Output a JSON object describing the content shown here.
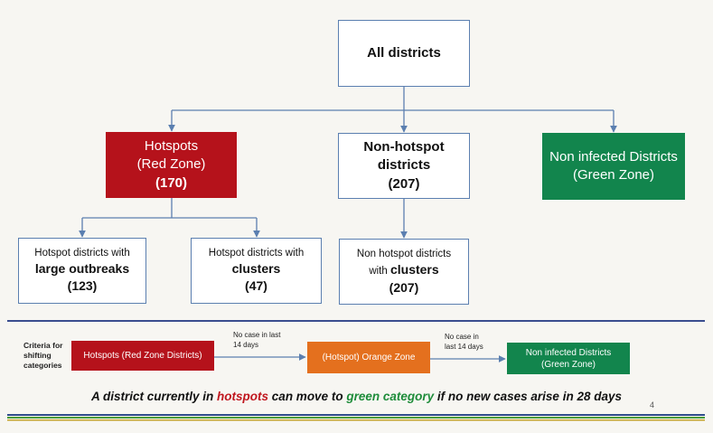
{
  "colors": {
    "red_zone": "#b5121b",
    "green_zone": "#12854d",
    "orange_zone": "#e4701e",
    "connector": "#5b7fb0"
  },
  "tree": {
    "root": {
      "label": "All districts"
    },
    "hotspots": {
      "line1": "Hotspots",
      "line2": "(Red Zone)",
      "line3": "(170)"
    },
    "non_hotspot": {
      "line1": "Non-hotspot",
      "line2": "districts",
      "line3": "(207)"
    },
    "non_infected": {
      "line1": "Non infected Districts",
      "line2": "(Green Zone)"
    },
    "large_outbreaks": {
      "line1": "Hotspot districts with",
      "line2": "large outbreaks",
      "line3": "(123)"
    },
    "clusters": {
      "line1": "Hotspot districts with",
      "line2": "clusters",
      "line3": "(47)"
    },
    "nh_clusters": {
      "line1": "Non hotspot districts",
      "line2a": "with ",
      "line2b": "clusters",
      "line3": "(207)"
    }
  },
  "criteria": {
    "label_line1": "Criteria for",
    "label_line2": "shifting",
    "label_line3": "categories",
    "red_box": "Hotspots (Red Zone Districts)",
    "arrow1_line1": "No case in last",
    "arrow1_line2": "14 days",
    "orange_box": "(Hotspot) Orange Zone",
    "arrow2_line1": "No case in",
    "arrow2_line2": "last 14 days",
    "green_line1": "Non infected Districts",
    "green_line2": "(Green Zone)"
  },
  "footer": {
    "part1": "A district currently in ",
    "hotspots": "hotspots",
    "part2": " can move to ",
    "green": "green category",
    "part3": " if no new cases arise in 28 days"
  },
  "page_number": "4"
}
